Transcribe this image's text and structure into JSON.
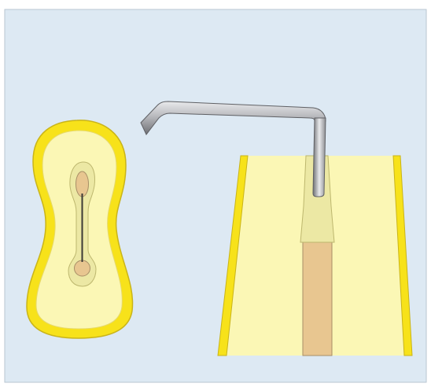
{
  "diagram": {
    "description_text": "",
    "colors": {
      "background": "#dde9f3",
      "border": "#b9c6d2",
      "tooth_body": "#fbf7b5",
      "enamel": "#f7e21a",
      "enamel_outline": "#c9b419",
      "canal_sheath": "#ece8a4",
      "canal_sheath_outline": "#bdb76e",
      "root_canal": "#e8c690",
      "root_canal_outline": "#a88f67",
      "canal_line": "#3b3a36",
      "instrument_metal": "#b8b9bd",
      "instrument_highlight": "#e9eaec",
      "instrument_shadow": "#6e6f73"
    },
    "elements": [
      "cross-section-tooth",
      "longitudinal-tooth-section",
      "probe-instrument"
    ]
  }
}
